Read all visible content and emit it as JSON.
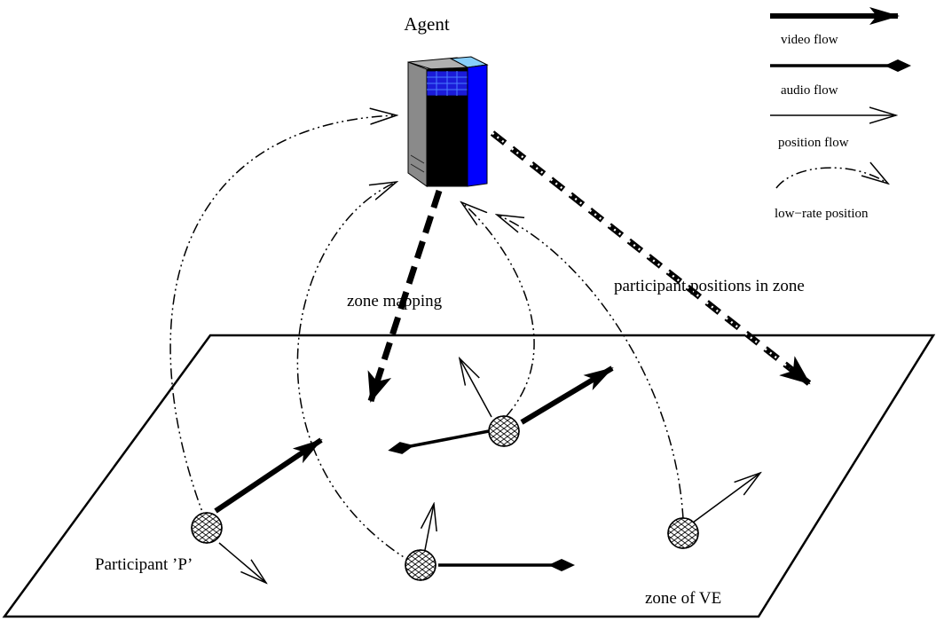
{
  "agent": {
    "label": "Agent",
    "colors": {
      "front": "#000000",
      "side": "#0000ff",
      "panel": "#1b1bd9",
      "top_light": "#87cefa",
      "top_grey": "#b0b0b0",
      "left": "#8a8a8a"
    }
  },
  "legend": {
    "video": "video flow",
    "audio": "audio flow",
    "position": "position flow",
    "low_rate": "low−rate position"
  },
  "labels": {
    "zone_mapping": "zone mapping",
    "participant_positions": "participant positions in zone",
    "participant_p": "Participant ’P’",
    "zone_of_ve": "zone of VE"
  },
  "icons": {
    "agent": "server-tower-icon",
    "participant": "participant-node-icon"
  }
}
